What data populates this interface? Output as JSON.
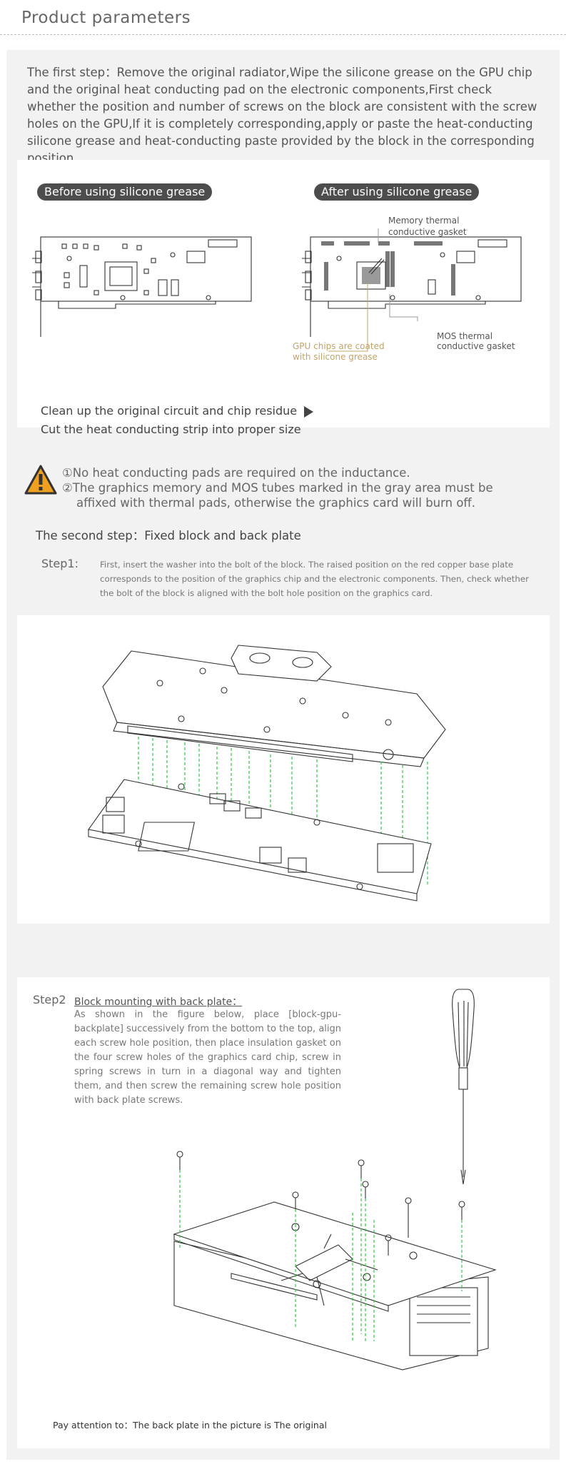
{
  "header": {
    "title": "Product parameters"
  },
  "intro": {
    "text": "The first step：Remove the original radiator,Wipe the silicone grease on the GPU chip and the original heat conducting pad on the electronic components,First check whether the position and number of screws on the block are consistent with the screw holes on the GPU,If it is completely corresponding,apply or paste the heat-conducting silicone grease and heat-conducting paste provided by the block in the corresponding position."
  },
  "grease": {
    "before_label": "Before using silicone grease",
    "after_label": "After using silicone grease",
    "memory_line1": "Memory thermal",
    "memory_line2": "conductive gasket",
    "mos_line1": "MOS thermal",
    "mos_line2": "conductive gasket",
    "gpu_line1": "GPU chips are coated",
    "gpu_line2": "with silicone grease",
    "clean_text": "Clean up the original circuit and chip residue",
    "cut_text": "Cut the heat conducting strip into proper size"
  },
  "warning": {
    "line1": "①No heat conducting pads are required on the inductance.",
    "line2": "②The graphics memory and MOS tubes marked in the gray area must be",
    "line3": "affixed with thermal pads, otherwise the graphics card will burn off."
  },
  "second_step": {
    "title": "The second step：Fixed block and back plate"
  },
  "step1": {
    "label": "Step1:",
    "text": "First, insert the washer into the bolt of the block. The raised position on the red copper base plate corresponds to the position of the graphics chip and the electronic components. Then, check whether the bolt of the block is aligned with the bolt hole position on the graphics card."
  },
  "step2": {
    "label": "Step2",
    "heading": "Block mounting with back plate：",
    "text": "As shown in the figure below, place [block-gpu-backplate] successively from the bottom to the top, align each screw hole position, then place insulation gasket on the four screw holes of the graphics card chip, screw in spring screws in turn in a diagonal way and tighten them, and then screw the remaining screw hole position with back plate screws.",
    "note": "Pay attention to：The back plate in the picture is The original"
  },
  "colors": {
    "pill_bg": "#4d4d4d",
    "warning_orange": "#f0a020",
    "guide_green": "#2ecc40",
    "gpu_note": "#c2a467"
  }
}
